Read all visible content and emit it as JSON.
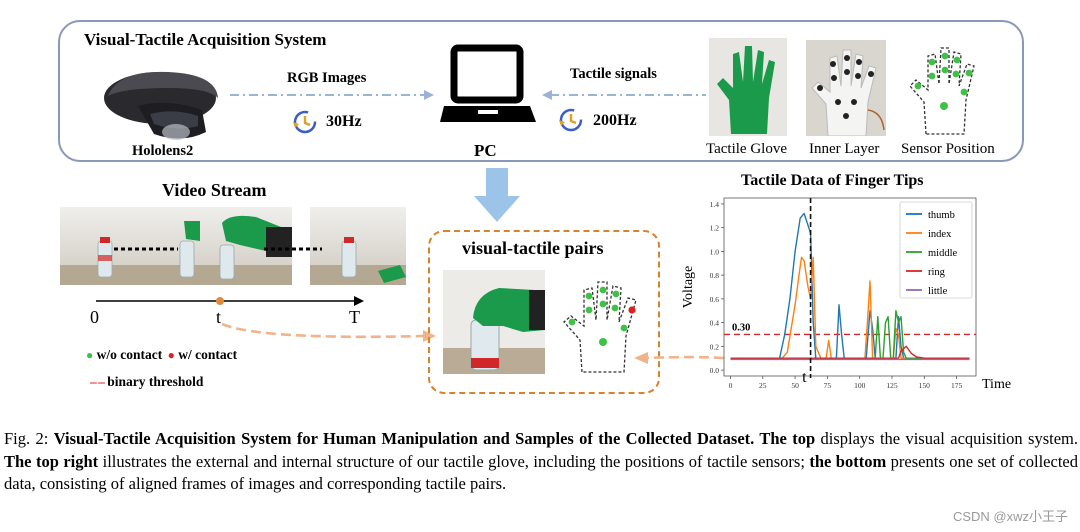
{
  "system": {
    "title": "Visual-Tactile Acquisition System",
    "rgb_label": "RGB Images",
    "rgb_freq": "30Hz",
    "tactile_label": "Tactile signals",
    "tactile_freq": "200Hz",
    "device_label": "Hololens2",
    "pc_label": "PC",
    "glove_labels": [
      "Tactile Glove",
      "Inner Layer",
      "Sensor Position"
    ]
  },
  "video": {
    "title": "Video Stream",
    "timeline": [
      "0",
      "t",
      "T"
    ]
  },
  "legend": {
    "no_contact": "w/o contact",
    "contact": "w/ contact",
    "threshold": "binary threshold"
  },
  "pairs": {
    "title": "visual-tactile pairs"
  },
  "chart_data": {
    "type": "line",
    "title": "Tactile Data of Finger Tips",
    "xlabel": "Time",
    "ylabel": "Voltage",
    "xlim": [
      -5,
      190
    ],
    "ylim": [
      -0.05,
      1.45
    ],
    "xticks": [
      0,
      25,
      50,
      75,
      100,
      125,
      150,
      175
    ],
    "yticks": [
      0.0,
      0.2,
      0.4,
      0.6,
      0.8,
      1.0,
      1.2,
      1.4
    ],
    "threshold": 0.3,
    "threshold_label": "0.30",
    "marker_x": 62,
    "marker_label": "t",
    "legend_position": "top-right",
    "colors": {
      "thumb": "#1f77b4",
      "index": "#ff7f0e",
      "middle": "#2ca02c",
      "ring": "#d62728",
      "little": "#9467bd",
      "threshold": "#d62728"
    },
    "series": [
      {
        "name": "thumb",
        "x": [
          0,
          30,
          38,
          42,
          46,
          50,
          54,
          57,
          60,
          62,
          64,
          66,
          70,
          82,
          84,
          86,
          88,
          105,
          108,
          110,
          112,
          128,
          130,
          132,
          134,
          145,
          185
        ],
        "y": [
          0.1,
          0.1,
          0.1,
          0.3,
          0.6,
          1.0,
          1.28,
          1.32,
          1.22,
          1.15,
          0.4,
          0.1,
          0.1,
          0.1,
          0.55,
          0.3,
          0.1,
          0.1,
          0.5,
          0.35,
          0.1,
          0.1,
          0.45,
          0.2,
          0.1,
          0.1,
          0.1
        ]
      },
      {
        "name": "index",
        "x": [
          0,
          40,
          44,
          47,
          50,
          53,
          55,
          57,
          60,
          62,
          64,
          66,
          70,
          74,
          76,
          78,
          104,
          106,
          108,
          110,
          126,
          128,
          130,
          132,
          185
        ],
        "y": [
          0.1,
          0.1,
          0.15,
          0.35,
          0.55,
          0.8,
          0.95,
          0.92,
          0.7,
          0.6,
          0.95,
          0.2,
          0.1,
          0.1,
          0.25,
          0.1,
          0.1,
          0.4,
          0.75,
          0.1,
          0.1,
          0.35,
          0.3,
          0.1,
          0.1
        ]
      },
      {
        "name": "middle",
        "x": [
          0,
          112,
          114,
          116,
          118,
          120,
          122,
          124,
          126,
          128,
          130,
          132,
          134,
          136,
          138,
          185
        ],
        "y": [
          0.1,
          0.1,
          0.45,
          0.1,
          0.1,
          0.4,
          0.45,
          0.1,
          0.1,
          0.5,
          0.4,
          0.45,
          0.15,
          0.1,
          0.1,
          0.1
        ]
      },
      {
        "name": "ring",
        "x": [
          0,
          130,
          132,
          136,
          140,
          144,
          150,
          185
        ],
        "y": [
          0.1,
          0.1,
          0.16,
          0.2,
          0.14,
          0.11,
          0.1,
          0.1
        ]
      },
      {
        "name": "little",
        "x": [
          0,
          60,
          90,
          120,
          150,
          185
        ],
        "y": [
          0.09,
          0.09,
          0.09,
          0.09,
          0.09,
          0.09
        ]
      }
    ]
  },
  "caption": {
    "prefix": "Fig. 2: ",
    "bold1": "Visual-Tactile Acquisition System for Human Manipulation and Samples of the Collected Dataset. The top",
    "text1": "displays the visual acquisition system. ",
    "bold2": "The top right",
    "text2": " illustrates the external and internal structure of our tactile glove, including the positions of tactile sensors; ",
    "bold3": "the bottom",
    "text3": " presents one set of collected data, consisting of aligned frames of images and corresponding tactile pairs."
  },
  "watermark": "CSDN @xwz小王子",
  "colors": {
    "box_border": "#8a98b8",
    "pairs_border": "#d9822b",
    "arrow_blue": "#9cc4e8",
    "glove_green": "#1a9a4a",
    "sensor_green": "#3fc046",
    "sensor_red": "#e02020"
  }
}
